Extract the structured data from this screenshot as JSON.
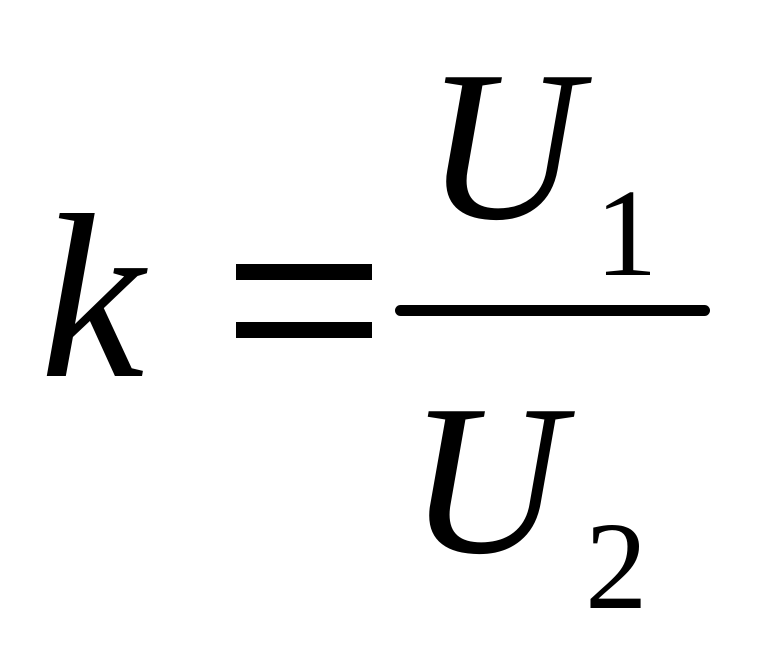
{
  "formula": {
    "lhs": "k",
    "operator": "=",
    "numerator": {
      "variable": "U",
      "subscript": "1"
    },
    "denominator": {
      "variable": "U",
      "subscript": "2"
    }
  }
}
